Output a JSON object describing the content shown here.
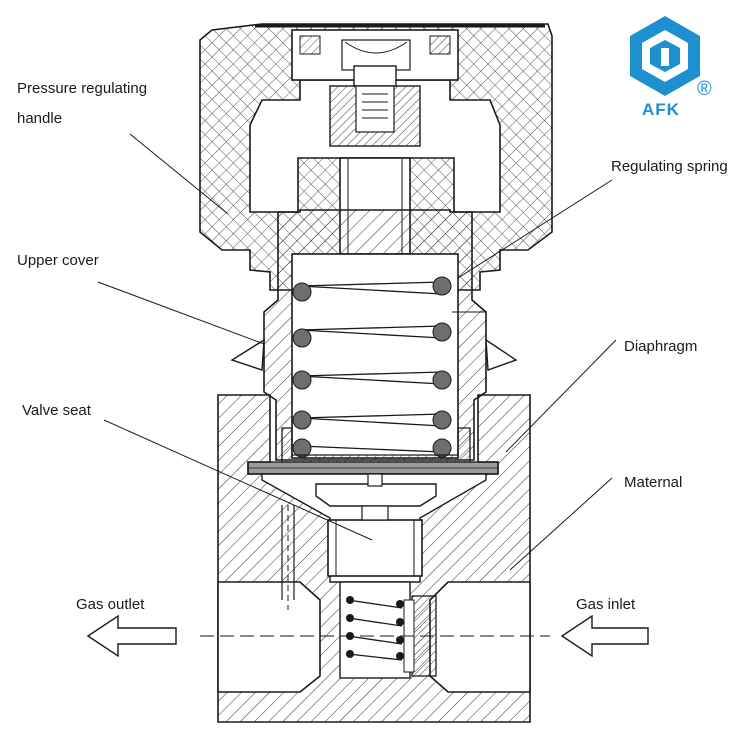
{
  "labels": {
    "pressure_handle_line1": "Pressure regulating",
    "pressure_handle_line2": "handle",
    "regulating_spring": "Regulating spring",
    "upper_cover": "Upper cover",
    "diaphragm": "Diaphragm",
    "valve_seat": "Valve seat",
    "maternal": "Maternal",
    "gas_outlet": "Gas outlet",
    "gas_inlet": "Gas inlet"
  },
  "logo": {
    "text": "AFK",
    "registered": "®",
    "color": "#1e8fcf"
  },
  "colors": {
    "line": "#1a1a1a",
    "hatch": "#333333",
    "fill_gray": "#9a9a9a",
    "coil": "#6e6e6e"
  }
}
